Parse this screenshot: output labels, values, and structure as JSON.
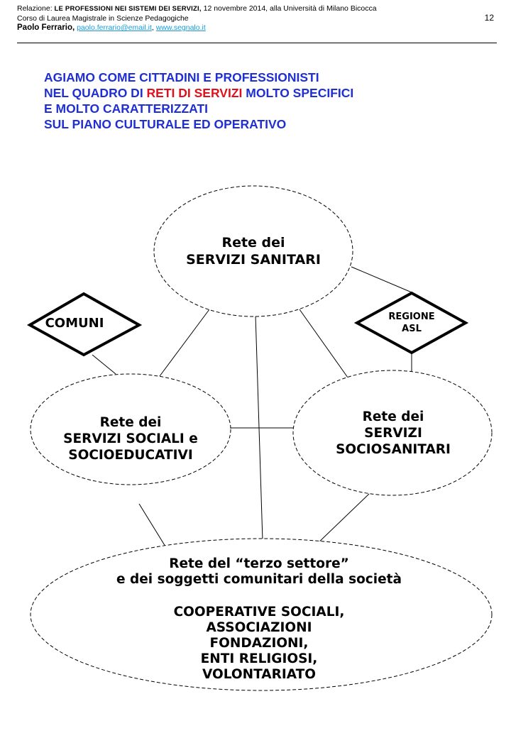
{
  "header": {
    "relazione_prefix": "Relazione: ",
    "relazione_title": "LE PROFESSIONI NEI SISTEMI DEI SERVIZI,",
    "relazione_suffix": " 12 novembre 2014, alla Università di Milano Bicocca",
    "course": "Corso di Laurea Magistrale in Scienze Pedagogiche",
    "author": "Paolo Ferrario,",
    "email": "paolo.ferrario@email.it",
    "separator": ",",
    "website": "www.segnalo.it",
    "page_number": "12"
  },
  "intro": {
    "line1": "AGIAMO COME CITTADINI E PROFESSIONISTI",
    "line2_pre": "NEL QUADRO DI ",
    "line2_highlight": "RETI DI SERVIZI",
    "line2_post": " MOLTO SPECIFICI",
    "line3": "E MOLTO CARATTERIZZATI",
    "line4": "SUL PIANO CULTURALE ED OPERATIVO",
    "highlight_color": "#e0101e",
    "text_color": "#1f2fd1"
  },
  "diagram": {
    "sanitari": {
      "line1": "Rete dei",
      "line2": "SERVIZI SANITARI"
    },
    "sociali": {
      "line1": "Rete dei",
      "line2": "SERVIZI SOCIALI e",
      "line3": "SOCIOEDUCATIVI"
    },
    "sociosanitari": {
      "line1": "Rete dei",
      "line2": "SERVIZI",
      "line3": "SOCIOSANITARI"
    },
    "terzo_settore": {
      "line1": "Rete del “terzo settore”",
      "line2": "e dei soggetti comunitari della società",
      "line3": "COOPERATIVE SOCIALI,",
      "line4": "ASSOCIAZIONI",
      "line5": "FONDAZIONI,",
      "line6": "ENTI RELIGIOSI,",
      "line7": "VOLONTARIATO"
    },
    "comuni": {
      "label": "COMUNI"
    },
    "regione": {
      "line1": "REGIONE",
      "line2": "ASL"
    }
  }
}
